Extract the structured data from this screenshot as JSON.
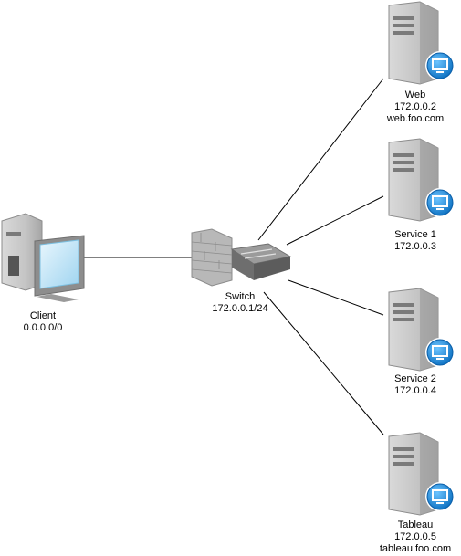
{
  "client": {
    "name": "Client",
    "ip": "0.0.0.0/0"
  },
  "switch": {
    "name": "Switch",
    "ip": "172.0.0.1/24"
  },
  "servers": [
    {
      "name": "Web",
      "ip": "172.0.0.2",
      "host": "web.foo.com"
    },
    {
      "name": "Service 1",
      "ip": "172.0.0.3"
    },
    {
      "name": "Service 2",
      "ip": "172.0.0.4"
    },
    {
      "name": "Tableau",
      "ip": "172.0.0.5",
      "host": "tableau.foo.com"
    }
  ],
  "icons": {
    "client": "desktop-computer-icon",
    "switch": "firewall-switch-icon",
    "server": "server-tower-icon",
    "badge": "monitor-badge-icon"
  },
  "colors": {
    "link": "#000000",
    "server_body": "#b3b3b3",
    "badge": "#1a8ee0",
    "switch_body": "#8a8a8a",
    "screen": "#bfe6f7"
  }
}
